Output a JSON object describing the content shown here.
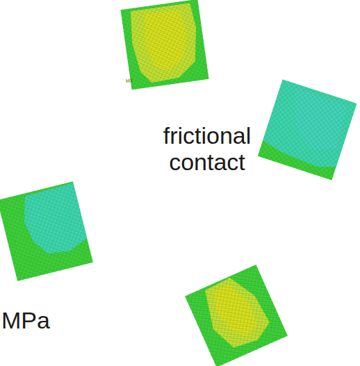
{
  "diagram": {
    "labels": [
      "frictional contact",
      "MPa",
      "MX"
    ]
  }
}
